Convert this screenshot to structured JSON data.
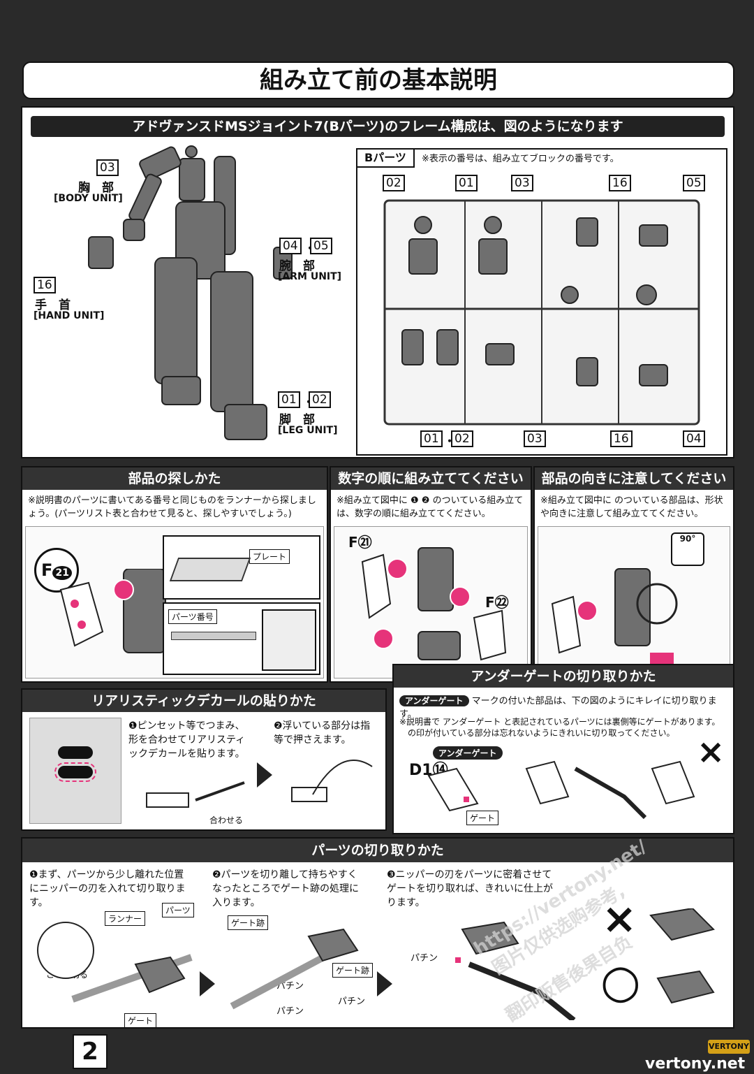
{
  "title": "組み立て前の基本説明",
  "frame": {
    "header": "アドヴァンスドMSジョイント7(Bパーツ)のフレーム構成は、図のようになります",
    "body_num": "03",
    "body_jp": "胸　部",
    "body_en": "[BODY UNIT]",
    "arm_num1": "04",
    "arm_num2": "05",
    "arm_jp": "腕　部",
    "arm_en": "[ARM UNIT]",
    "hand_num": "16",
    "hand_jp": "手　首",
    "hand_en": "[HAND UNIT]",
    "leg_num1": "01",
    "leg_num2": "02",
    "leg_jp": "脚　部",
    "leg_en": "[LEG UNIT]",
    "runner_title": "Bパーツ",
    "runner_note": "※表示の番号は、組み立てブロックの番号です。",
    "runner_top": [
      "02",
      "01",
      "03",
      "16",
      "05"
    ],
    "runner_bottom": [
      "01",
      "02",
      "03",
      "16",
      "04"
    ]
  },
  "find": {
    "header": "部品の探しかた",
    "note": "※説明書のパーツに書いてある番号と同じものをランナーから探しましょう。(パーツリスト表と合わせて見ると、探しやすいでしょう。)",
    "f_label": "F",
    "f_num": "21",
    "plate": "プレート",
    "part_no": "パーツ番号"
  },
  "order": {
    "header": "数字の順に組み立ててください",
    "note": "※組み立て図中に ❶ ❷ のついている組み立ては、数字の順に組み立ててください。",
    "f21": "F㉑",
    "f22": "F㉒"
  },
  "direction": {
    "header": "部品の向きに注意してください",
    "note": "※組み立て図中に のついている部品は、形状や向きに注意して組み立ててください。",
    "angle": "90°"
  },
  "decal": {
    "header": "リアリスティックデカールの貼りかた",
    "step1": "❶ピンセット等でつまみ、形を合わせてリアリスティックデカールを貼ります。",
    "step2": "❷浮いている部分は指等で押さえます。",
    "align": "合わせる"
  },
  "undergate": {
    "header": "アンダーゲートの切り取りかた",
    "badge": "アンダーゲート",
    "line1": "マークの付いた部品は、下の図のようにキレイに切り取ります。",
    "note1": "※説明書で アンダーゲート と表記されているパーツには裏側等にゲートがあります。",
    "note2": "の印が付いている部分は忘れないようにきれいに切り取ってください。",
    "part": "D1⑭",
    "gate": "ゲート",
    "ng": "×"
  },
  "cutting": {
    "header": "パーツの切り取りかた",
    "step1": "❶まず、パーツから少し離れた位置にニッパーの刃を入れて切り取ります。",
    "step2": "❷パーツを切り離して持ちやすくなったところでゲート跡の処理に入ります。",
    "step3": "❸ニッパーの刃をパーツに密着させてゲートを切り取れば、きれいに仕上がります。",
    "runner": "ランナー",
    "parts": "パーツ",
    "cut_here": "ここを切る",
    "gate": "ゲート",
    "gate_mark": "ゲート跡",
    "snap": "パチン",
    "ng": "×",
    "ok": "○"
  },
  "page_number": "2",
  "watermark": {
    "url": "https://vertony.net/",
    "note1": "图片仅供选购参考,",
    "note2": "翻印贩售後果自负",
    "logo": "VERTONY",
    "site": "vertony.net"
  }
}
